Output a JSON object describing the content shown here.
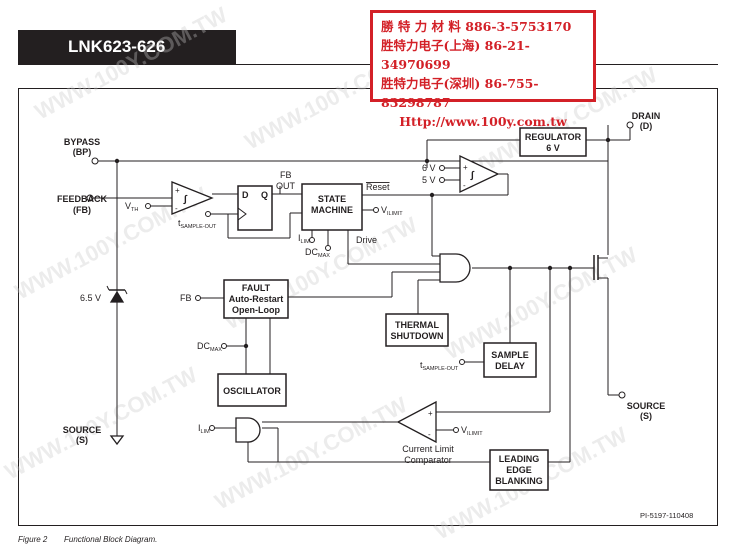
{
  "header": {
    "part_number": "LNK623-626"
  },
  "stamp": {
    "line1": "勝 特 力 材 料 886-3-5753170",
    "line2": "胜特力电子(上海) 86-21-34970699",
    "line3": "胜特力电子(深圳) 86-755-83298787",
    "url": "Http://www.100y.com.tw"
  },
  "watermark": "WWW.100Y.COM.TW",
  "pins": {
    "bypass": "BYPASS",
    "bypass_sub": "(BP)",
    "feedback": "FEEDBACK",
    "feedback_sub": "(FB)",
    "source_left": "SOURCE",
    "source_left_sub": "(S)",
    "drain": "DRAIN",
    "drain_sub": "(D)",
    "source_right": "SOURCE",
    "source_right_sub": "(S)"
  },
  "blocks": {
    "regulator_1": "REGULATOR",
    "regulator_2": "6 V",
    "state_1": "STATE",
    "state_2": "MACHINE",
    "fault_1": "FAULT",
    "fault_2": "Auto-Restart",
    "fault_3": "Open-Loop",
    "oscillator": "OSCILLATOR",
    "thermal_1": "THERMAL",
    "thermal_2": "SHUTDOWN",
    "sample_1": "SAMPLE",
    "sample_2": "DELAY",
    "leb_1": "LEADING",
    "leb_2": "EDGE",
    "leb_3": "BLANKING"
  },
  "labels": {
    "fb_out_1": "FB",
    "fb_out_2": "OUT",
    "reset": "Reset",
    "v6": "6 V",
    "v5": "5 V",
    "vth": "V",
    "vth_sub": "TH",
    "tsample_top": "t",
    "tsample_top_sub": "SAMPLE-OUT",
    "tsample_bot": "t",
    "tsample_bot_sub": "SAMPLE-OUT",
    "vilimit_sm": "V",
    "vilimit_sm_sub": "ILIMIT",
    "ilim_sm": "I",
    "ilim_sm_sub": "LIM",
    "dcmax_sm": "DC",
    "dcmax_sm_sub": "MAX",
    "drive": "Drive",
    "zener": "6.5 V",
    "fb_fault": "FB",
    "dcmax_osc": "DC",
    "dcmax_osc_sub": "MAX",
    "ilim_and": "I",
    "ilim_and_sub": "LIM",
    "vilimit_cmp": "V",
    "vilimit_cmp_sub": "ILIMIT",
    "cl_1": "Current Limit",
    "cl_2": "Comparator",
    "dff_d": "D",
    "dff_q": "Q"
  },
  "figure": {
    "number": "Figure 2",
    "title": "Functional Block Diagram.",
    "id": "PI-5197-110408"
  }
}
